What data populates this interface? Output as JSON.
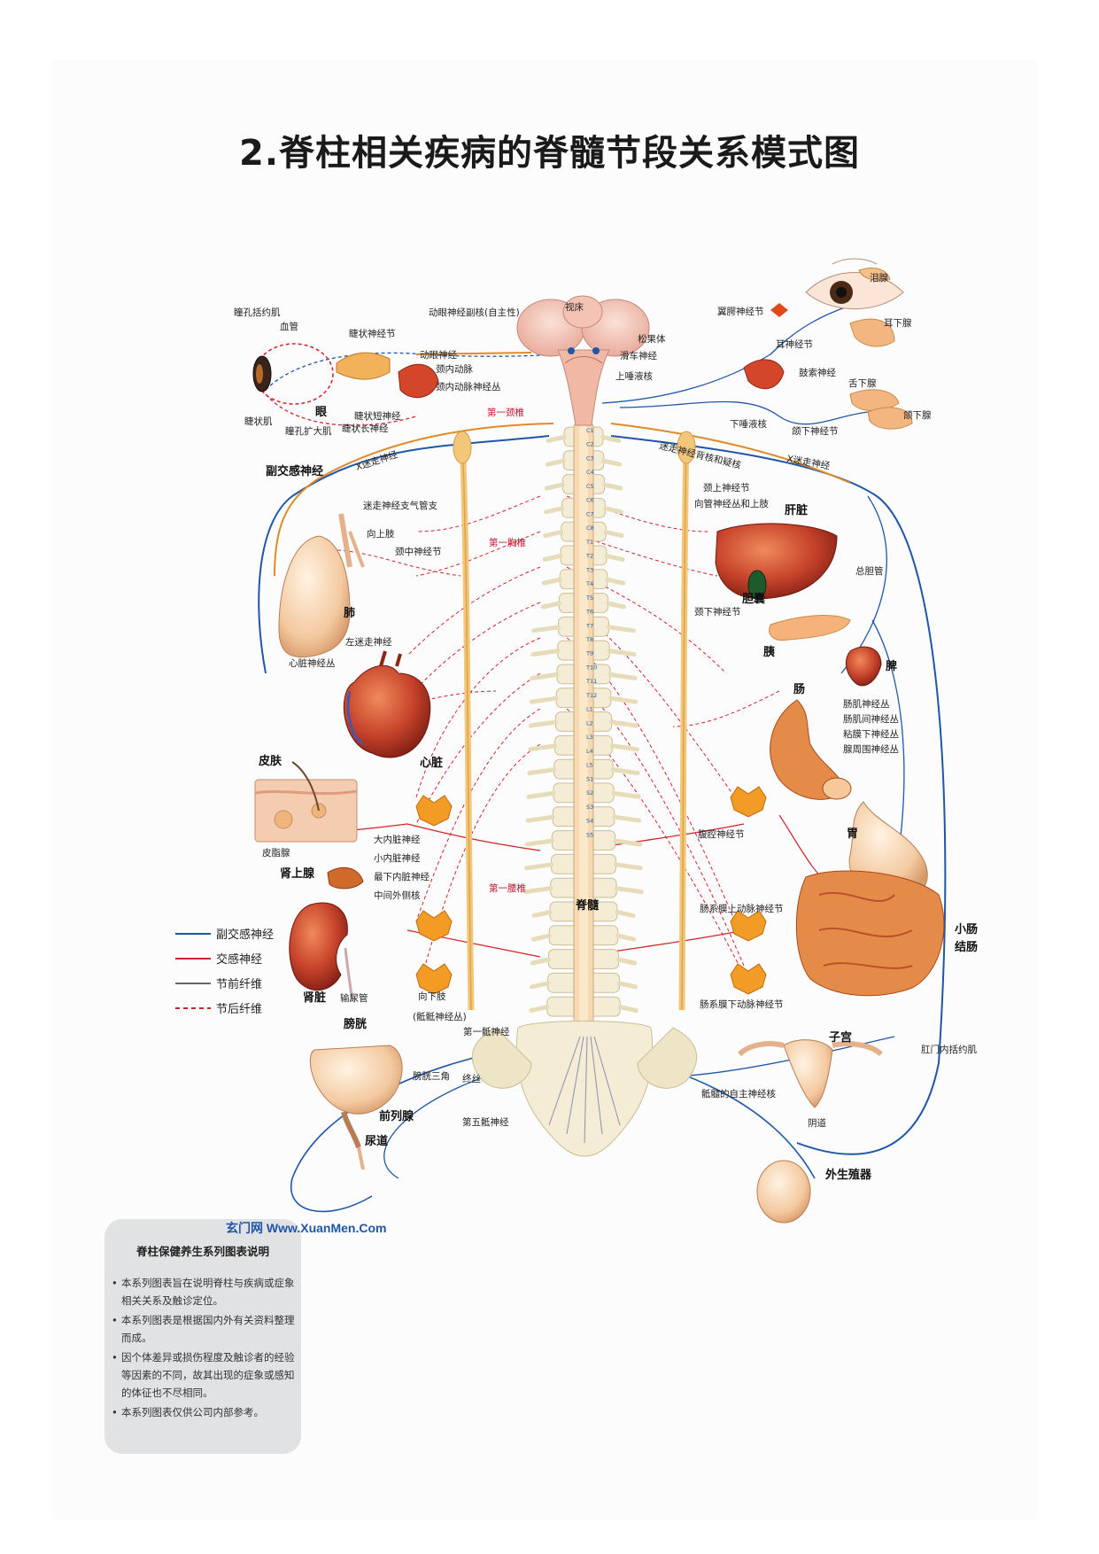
{
  "title": "2.脊柱相关疾病的脊髓节段关系模式图",
  "colors": {
    "parasympathetic": "#1f56a8",
    "sympathetic": "#d2232a",
    "preganglionic": "#666666",
    "postganglionic": "#d2232a",
    "cord": "#f2c77a",
    "bone": "#f4ecd4",
    "organ": "#c5412a",
    "ganglion": "#f39c25"
  },
  "labels": {
    "head": {
      "iris_sphincter": "瞳孔括约肌",
      "blood_vessel": "血管",
      "ciliary_ganglion": "睫状神经节",
      "oculomotor_acc_nucleus": "动眼神经副核(自主性)",
      "thalamus": "视床",
      "pineal": "松果体",
      "oculomotor_nerve": "动眼神经",
      "internal_carotid": "颈内动脉",
      "internal_carotid_plexus": "颈内动脉神经丛",
      "trochlear": "滑车神经",
      "superior_salivatory": "上唾液核",
      "ciliary_muscle": "睫状肌",
      "iris_dilator": "瞳孔扩大肌",
      "eye": "眼",
      "short_ciliary": "睫状短神经",
      "long_ciliary": "睫状长神经",
      "first_cervical": "第一颈椎",
      "inferior_salivatory": "下唾液核",
      "vagus_dorsal_nucleus": "迷走神经背核和疑核",
      "vagus_left": "X迷走神经",
      "vagus_right": "X迷走神经",
      "pterygopalatine_ganglion": "翼腭神经节",
      "lacrimal": "泪腺",
      "parotid": "耳下腺",
      "otic_ganglion": "耳神经节",
      "chorda_tympani": "鼓索神经",
      "sublingual": "舌下腺",
      "submandibular": "颌下腺",
      "submandibular_ganglion": "颌下神经节"
    },
    "left": {
      "parasympathetic": "副交感神经",
      "vagus_bronchial": "迷走神经支气管支",
      "to_upper_limb": "向上肢",
      "middle_cervical_ganglion": "颈中神经节",
      "first_thoracic": "第一胸椎",
      "lung": "肺",
      "left_vagus": "左迷走神经",
      "cardiac_plexus": "心脏神经丛",
      "heart": "心脏",
      "skin": "皮肤",
      "sebaceous": "皮脂腺",
      "greater_splanchnic": "大内脏神经",
      "lesser_splanchnic": "小内脏神经",
      "least_splanchnic": "最下内脏神经",
      "intermediolateral": "中间外侧核",
      "adrenal": "肾上腺",
      "first_lumbar": "第一腰椎",
      "kidney": "肾脏",
      "ureter": "输尿管",
      "to_lower_limb": "向下肢",
      "sacral_plexus": "(骶骶神经丛)",
      "bladder": "膀胱",
      "first_sacral": "第一骶神经",
      "bladder_trigone": "膀胱三角",
      "filum": "终丝",
      "prostate": "前列腺",
      "fifth_sacral": "第五骶神经",
      "urethra": "尿道"
    },
    "right": {
      "superior_cervical_ganglion": "颈上神经节",
      "cardiac_upper_limb_plexus": "向管神经丛和上肢",
      "liver": "肝脏",
      "gallbladder": "胆囊",
      "common_bile_duct": "总胆管",
      "inferior_cervical_ganglion": "颈下神经节",
      "pancreas": "胰",
      "spleen": "脾",
      "intestine": "肠",
      "myenteric": "肠肌神经丛",
      "intermuscular": "肠肌间神经丛",
      "submucosal": "粘膜下神经丛",
      "periglandular": "腺周围神经丛",
      "celiac_ganglion": "腹腔神经节",
      "stomach": "胃",
      "sup_mesenteric": "肠系膜上动脉神经节",
      "small_intestine": "小肠",
      "colon": "结肠",
      "inf_mesenteric": "肠系膜下动脉神经节",
      "uterus": "子宫",
      "anal_sphincter": "肛门内括约肌",
      "sacral_autonomic": "骶髓的自主神经核",
      "vagina": "阴道",
      "genitals": "外生殖器",
      "spinal_cord": "脊髓"
    }
  },
  "segments": {
    "cervical": [
      "C1",
      "C2",
      "C3",
      "C4",
      "C5",
      "C6",
      "C7",
      "C8"
    ],
    "thoracic": [
      "T1",
      "T2",
      "T3",
      "T4",
      "T5",
      "T6",
      "T7",
      "T8",
      "T9",
      "T10",
      "T11",
      "T12"
    ],
    "lumbar": [
      "L1",
      "L2",
      "L3",
      "L4",
      "L5"
    ],
    "sacral": [
      "S1",
      "S2",
      "S3",
      "S4",
      "S5"
    ]
  },
  "legend": [
    {
      "label": "副交感神经",
      "color": "#1f56a8",
      "style": "solid"
    },
    {
      "label": "交感神经",
      "color": "#d2232a",
      "style": "solid"
    },
    {
      "label": "节前纤维",
      "color": "#666666",
      "style": "solid"
    },
    {
      "label": "节后纤维",
      "color": "#d2232a",
      "style": "dashed"
    }
  ],
  "watermark": "玄门网 Www.XuanMen.Com",
  "notes": {
    "title": "脊柱保健养生系列图表说明",
    "items": [
      "本系列图表旨在说明脊柱与疾病或症象相关关系及触诊定位。",
      "本系列图表是根据国内外有关资料整理而成。",
      "因个体差异或损伤程度及触诊者的经验等因素的不同，故其出现的症象或感知的体征也不尽相同。",
      "本系列图表仅供公司内部参考。"
    ]
  }
}
